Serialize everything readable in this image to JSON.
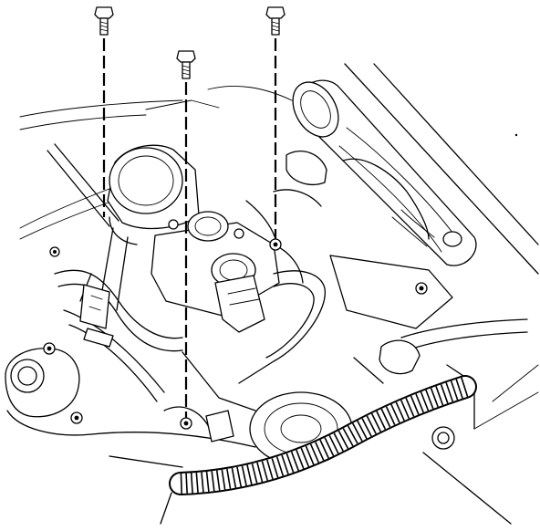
{
  "diagram": {
    "view": "engine-compartment-line-drawing",
    "callout_fasteners": [
      {
        "id": "bolt-left",
        "icon": "bolt-icon"
      },
      {
        "id": "bolt-center",
        "icon": "bolt-icon"
      },
      {
        "id": "bolt-right",
        "icon": "bolt-icon"
      }
    ],
    "line_color": "#000000",
    "background_color": "#ffffff"
  }
}
